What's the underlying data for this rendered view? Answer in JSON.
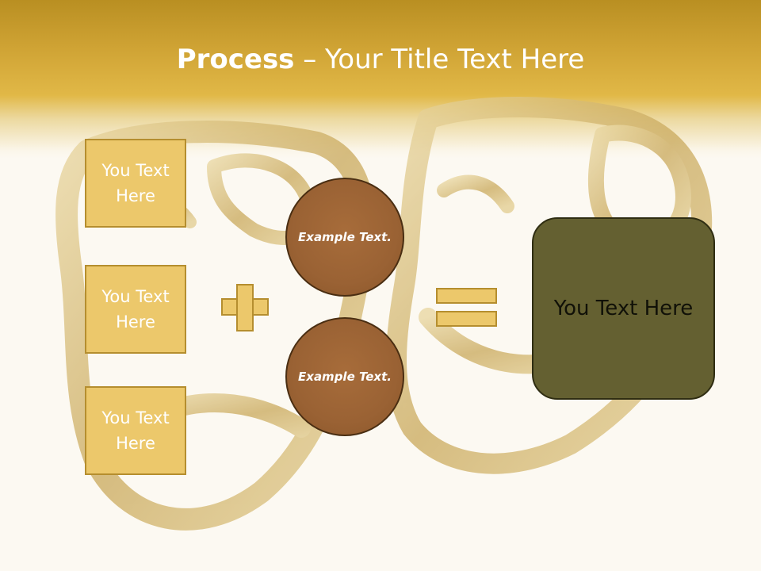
{
  "slide": {
    "title_bold": "Process",
    "title_rest": " – Your Title Text Here",
    "boxes": [
      "You Text Here",
      "You Text Here",
      "You Text Here"
    ],
    "circles": [
      "Example Text.",
      "Example Text."
    ],
    "result": "You Text Here"
  },
  "colors": {
    "header": "#cfa334",
    "box_fill": "#ecc86b",
    "box_border": "#b58e2f",
    "circle_fill": "#9a6234",
    "result_fill": "#646031"
  },
  "icons": [
    "plus-sign",
    "equals-sign",
    "theater-masks-image"
  ]
}
